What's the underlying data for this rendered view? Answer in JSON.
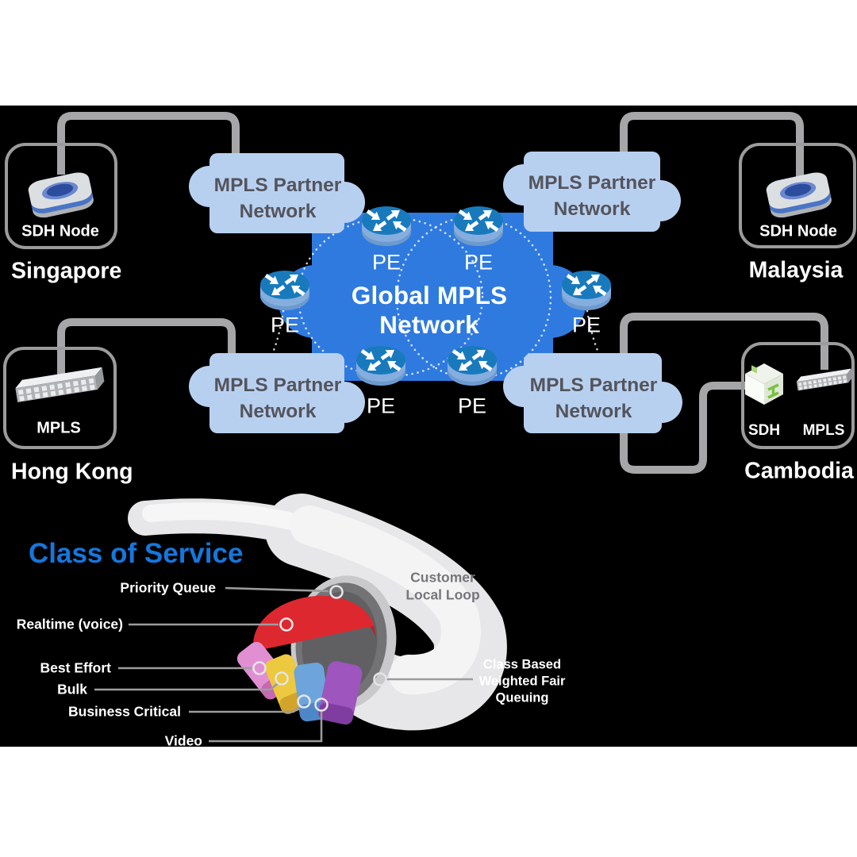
{
  "colors": {
    "panel_black": "#000000",
    "core_blue": "#2f7adf",
    "partner_blue": "#b8d0f0",
    "connector_gray": "#a6a6a8",
    "router_top_blue": "#187abd",
    "router_side_blue": "#85aede",
    "accent_blue": "#1577dd",
    "class_red": "#dd2830",
    "class_pink": "#e18fd3",
    "class_yellow": "#ecc93f",
    "class_blue": "#6ca4db",
    "class_purple": "#9e55be",
    "queue_ring_gray": "#737376"
  },
  "network": {
    "core": {
      "title_line1": "Global MPLS",
      "title_line2": "Network",
      "pe_label": "PE"
    },
    "partner_label": {
      "line1": "MPLS Partner",
      "line2": "Network"
    },
    "sites": {
      "singapore": {
        "name": "Singapore",
        "device": "SDH Node"
      },
      "malaysia": {
        "name": "Malaysia",
        "device": "SDH Node"
      },
      "hongkong": {
        "name": "Hong Kong",
        "device": "MPLS"
      },
      "cambodia": {
        "name": "Cambodia",
        "device_sdh": "SDH",
        "device_mpls": "MPLS"
      }
    }
  },
  "cos": {
    "title": "Class of Service",
    "priority": "Priority Queue",
    "realtime": "Realtime (voice)",
    "best_effort": "Best Effort",
    "bulk": "Bulk",
    "business_critical": "Business Critical",
    "video": "Video",
    "local_loop_line1": "Customer",
    "local_loop_line2": "Local Loop",
    "queuing_line1": "Class Based",
    "queuing_line2": "Weighted Fair",
    "queuing_line3": "Queuing"
  }
}
